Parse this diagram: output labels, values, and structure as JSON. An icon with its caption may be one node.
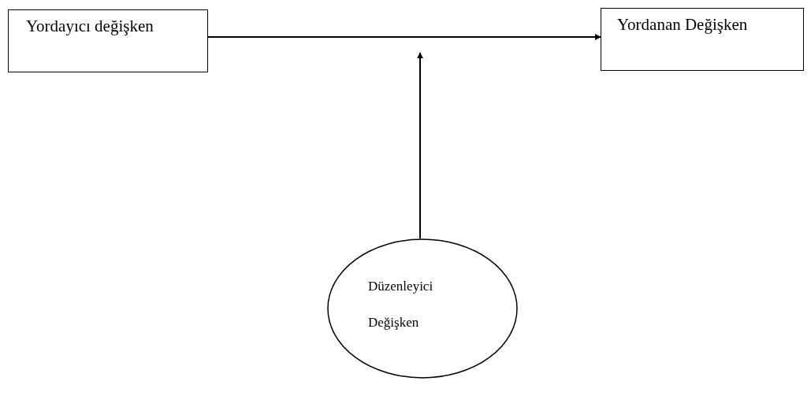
{
  "diagram": {
    "nodes": [
      {
        "text": [
          "Yordayıcı değişken"
        ]
      },
      {
        "text": [
          "Yordanan Değişken"
        ]
      },
      {
        "text": [
          "Düzenleyici Değişken"
        ]
      }
    ],
    "edges": [
      {
        "from": 0,
        "to": 1,
        "arrow": "to"
      },
      {
        "from": 2,
        "to": null,
        "arrow": "to"
      }
    ]
  }
}
